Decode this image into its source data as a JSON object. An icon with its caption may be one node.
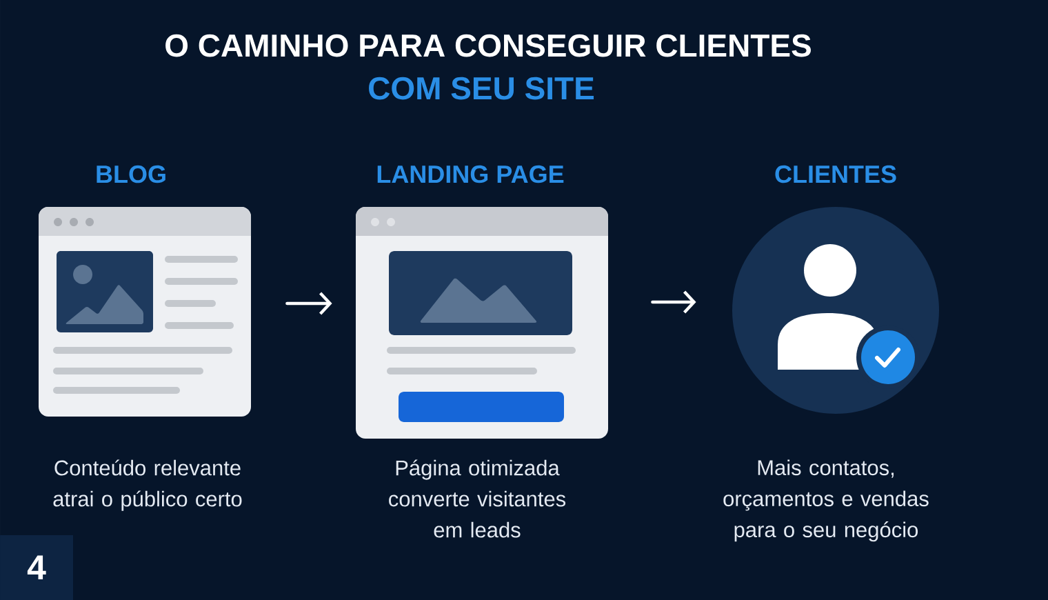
{
  "diagram": {
    "title": "O CAMINHO PARA CONSEGUIR CLIENTES",
    "nodes": [
      {
        "text": [
          "BLOG"
        ],
        "beside": [
          "Conteúdo relevante atrai o público certo"
        ]
      },
      {
        "text": [
          "LANDING PAGE"
        ],
        "beside": [
          "Página otimizada converte visitantes em leads"
        ]
      },
      {
        "text": [
          "CLIENTES"
        ],
        "beside": [
          "Mais contatos, orçamentos e vendas para o seu negócio"
        ]
      }
    ],
    "edges": [
      {
        "from": 0,
        "to": 1,
        "arrow": "to"
      },
      {
        "from": 1,
        "to": 2,
        "arrow": "to"
      }
    ],
    "labels": [
      "COM SEU SITE",
      "4"
    ]
  }
}
